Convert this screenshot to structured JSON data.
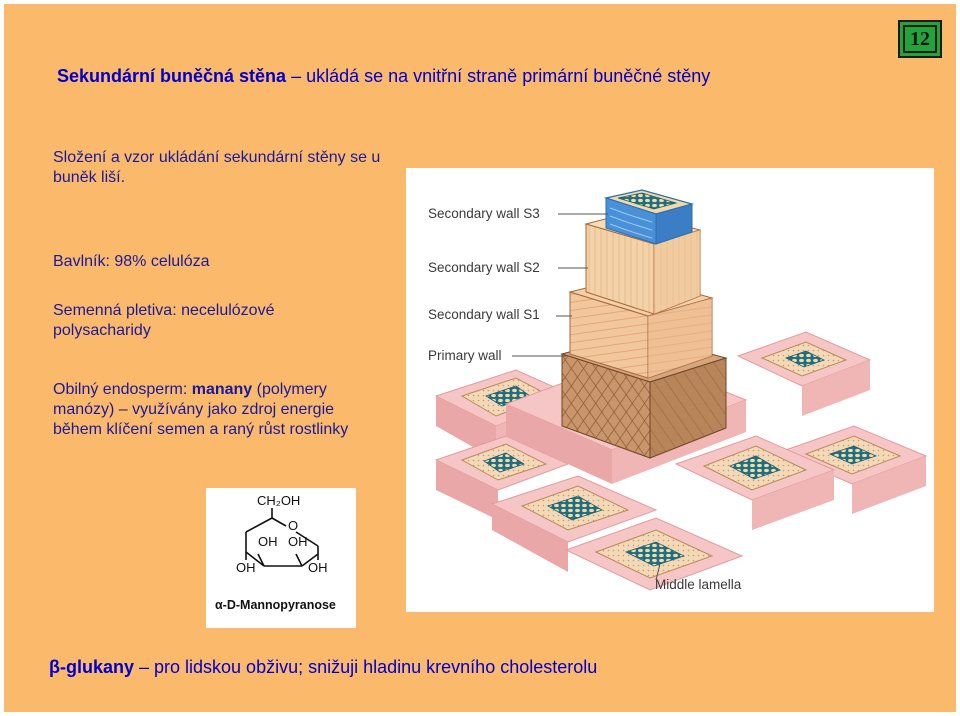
{
  "slide": {
    "page_number": "12",
    "title_bold": "Sekundární buněčná stěna",
    "title_rest": " – ukládá se na vnitřní straně primární buněčné stěny",
    "intro": "Složení a vzor ukládání sekundární stěny se u buněk liší.",
    "cotton": "Bavlník: 98% celulóza",
    "seed_tissue": "Semenná pletiva: necelulózové polysacharidy",
    "endosperm_prefix": "Obilný endosperm: ",
    "endosperm_bold": "manany",
    "endosperm_rest": " (polymery manózy) – využívány jako zdroj energie během klíčení semen a raný růst rostlinky",
    "footer_bold": "β-glukany",
    "footer_rest": " – pro lidskou obživu; snižuji hladinu krevního cholesterolu"
  },
  "figure": {
    "labels": {
      "s3": "Secondary wall S3",
      "s2": "Secondary wall S2",
      "s1": "Secondary wall S1",
      "primary": "Primary wall",
      "middle_lamella": "Middle lamella"
    }
  },
  "molecule": {
    "ch2oh": "CH₂OH",
    "ring_o": "O",
    "oh_left_inner": "OH",
    "oh_right_inner": "OH",
    "oh_bottom_left": "OH",
    "oh_bottom_right": "OH",
    "caption": "α-D-Mannopyranose"
  },
  "colors": {
    "slide_background": "#FBB96C",
    "title_blue": "#0000CC",
    "body_blue": "#1A1A99",
    "page_badge_green": "#22A33B",
    "cell_pink": "#F6C6C6",
    "primary_wall_brown": "#C9956B",
    "s3_blue": "#4A90D9"
  }
}
